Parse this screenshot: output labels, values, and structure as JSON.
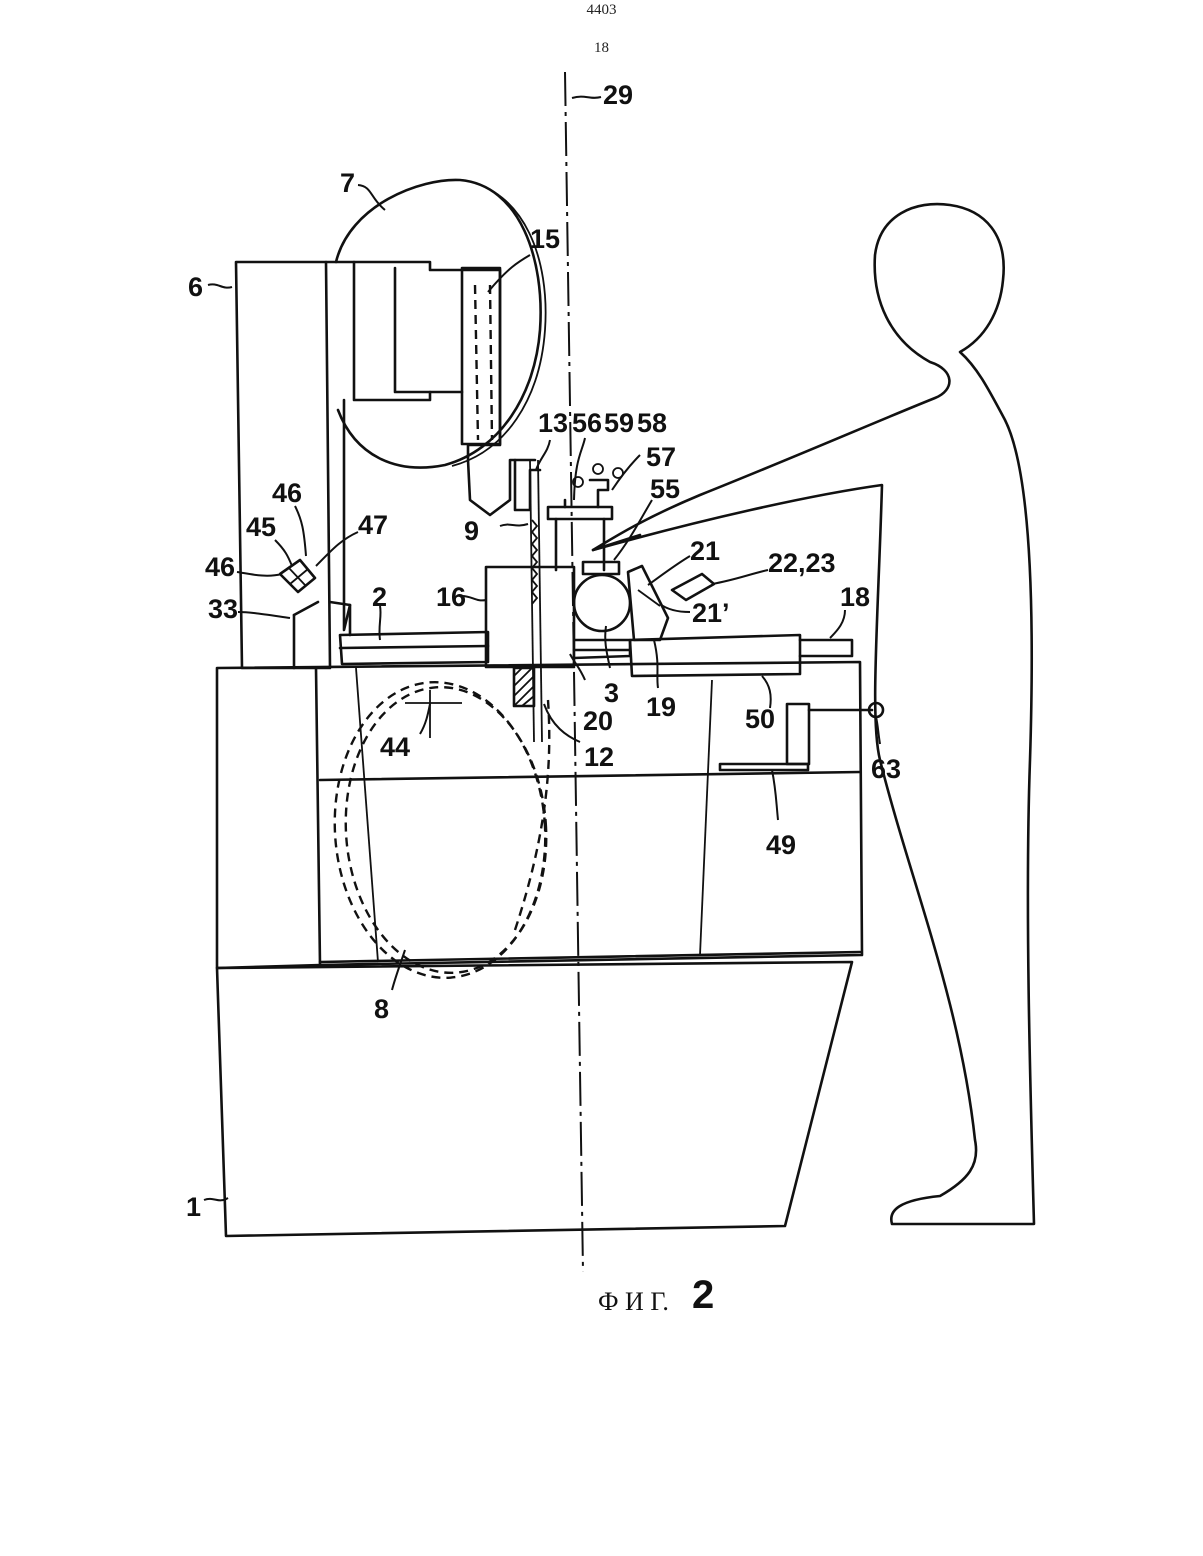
{
  "header": {
    "doc_number": "4403",
    "page_number": "18"
  },
  "caption": {
    "prefix": "Ф И Г.",
    "number": "2"
  },
  "labels": {
    "l1": "1",
    "l2": "2",
    "l3": "3",
    "l6": "6",
    "l7": "7",
    "l8": "8",
    "l9": "9",
    "l12": "12",
    "l13": "13",
    "l15": "15",
    "l16": "16",
    "l18": "18",
    "l19": "19",
    "l20": "20",
    "l21": "21",
    "l21p": "21’",
    "l2223": "22,23",
    "l29": "29",
    "l33": "33",
    "l44": "44",
    "l45": "45",
    "l46a": "46",
    "l46b": "46",
    "l47": "47",
    "l49": "49",
    "l50": "50",
    "l55": "55",
    "l56": "56",
    "l57": "57",
    "l58": "58",
    "l59": "59",
    "l63": "63"
  }
}
